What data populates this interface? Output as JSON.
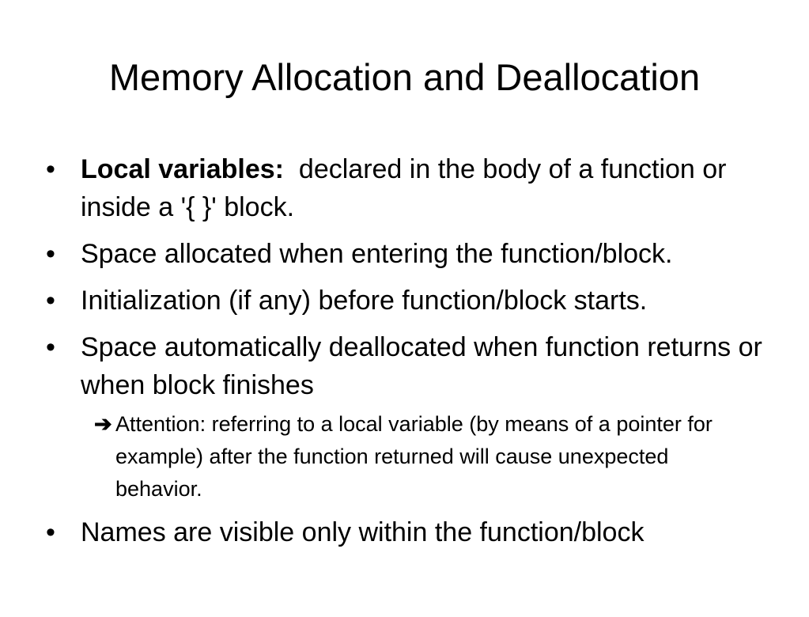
{
  "slide": {
    "title": "Memory Allocation and Deallocation",
    "bullet_glyph": "•",
    "bullets": [
      {
        "lead": "Local variables:",
        "text": "declared in the body of a function or inside a '{ }' block."
      },
      {
        "text": "Space allocated when entering the function/block."
      },
      {
        "text": "Initialization (if any) before function/block starts."
      },
      {
        "text": "Space automatically deallocated when function returns or when block finishes"
      },
      {
        "text": "Names are visible only within the function/block"
      }
    ],
    "sub_bullet": {
      "icon": "arrow-right-icon",
      "glyph": "➔",
      "text": "Attention: referring to a local variable (by means of a pointer for example) after the function returned will cause unexpected behavior."
    }
  }
}
